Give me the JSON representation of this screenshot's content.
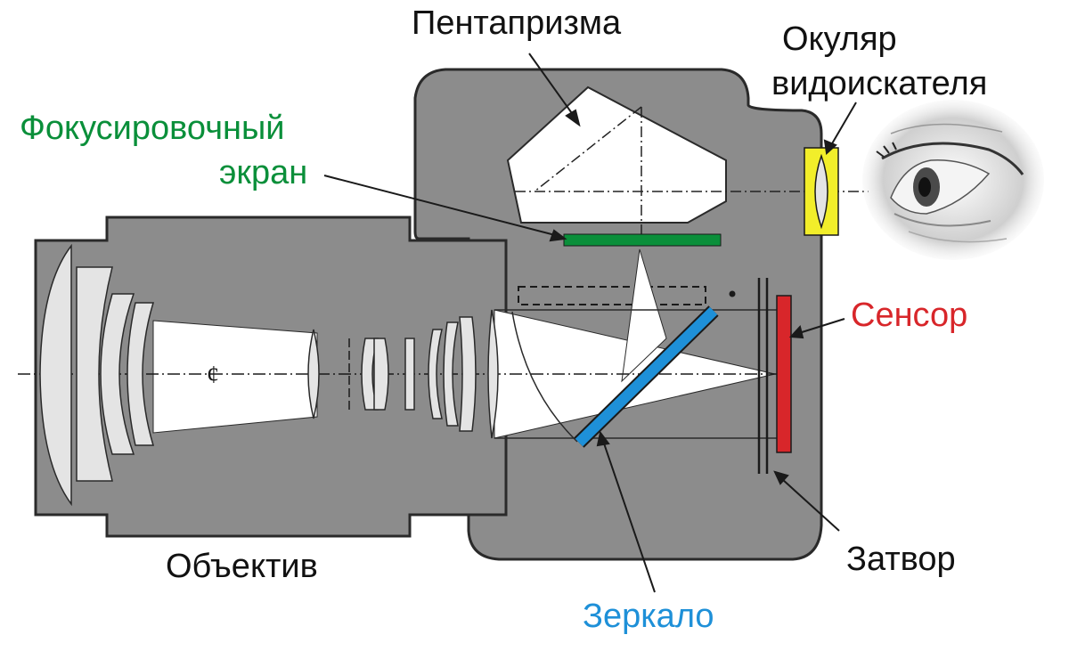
{
  "labels": {
    "pentaprism": "Пентапризма",
    "eyepiece_line1": "Окуляр",
    "eyepiece_line2": "видоискателя",
    "focus_screen_line1": "Фокусировочный",
    "focus_screen_line2": "экран",
    "sensor": "Сенсор",
    "lens": "Объектив",
    "shutter": "Затвор",
    "mirror": "Зеркало",
    "optical_axis_mark": "¢"
  },
  "colors": {
    "body": "#8c8c8c",
    "body_edge": "#2a2a2a",
    "glass": "#e4e4e4",
    "light_path": "#ffffff",
    "focus_screen": "#0a8f3a",
    "focus_label": "#0a8f3a",
    "mirror": "#1e90d8",
    "mirror_label": "#1e90d8",
    "sensor": "#d8262a",
    "sensor_label": "#d8262a",
    "eyepiece": "#f2ee2a",
    "text": "#111111"
  },
  "icons": {
    "eye": "eye-illustration"
  }
}
